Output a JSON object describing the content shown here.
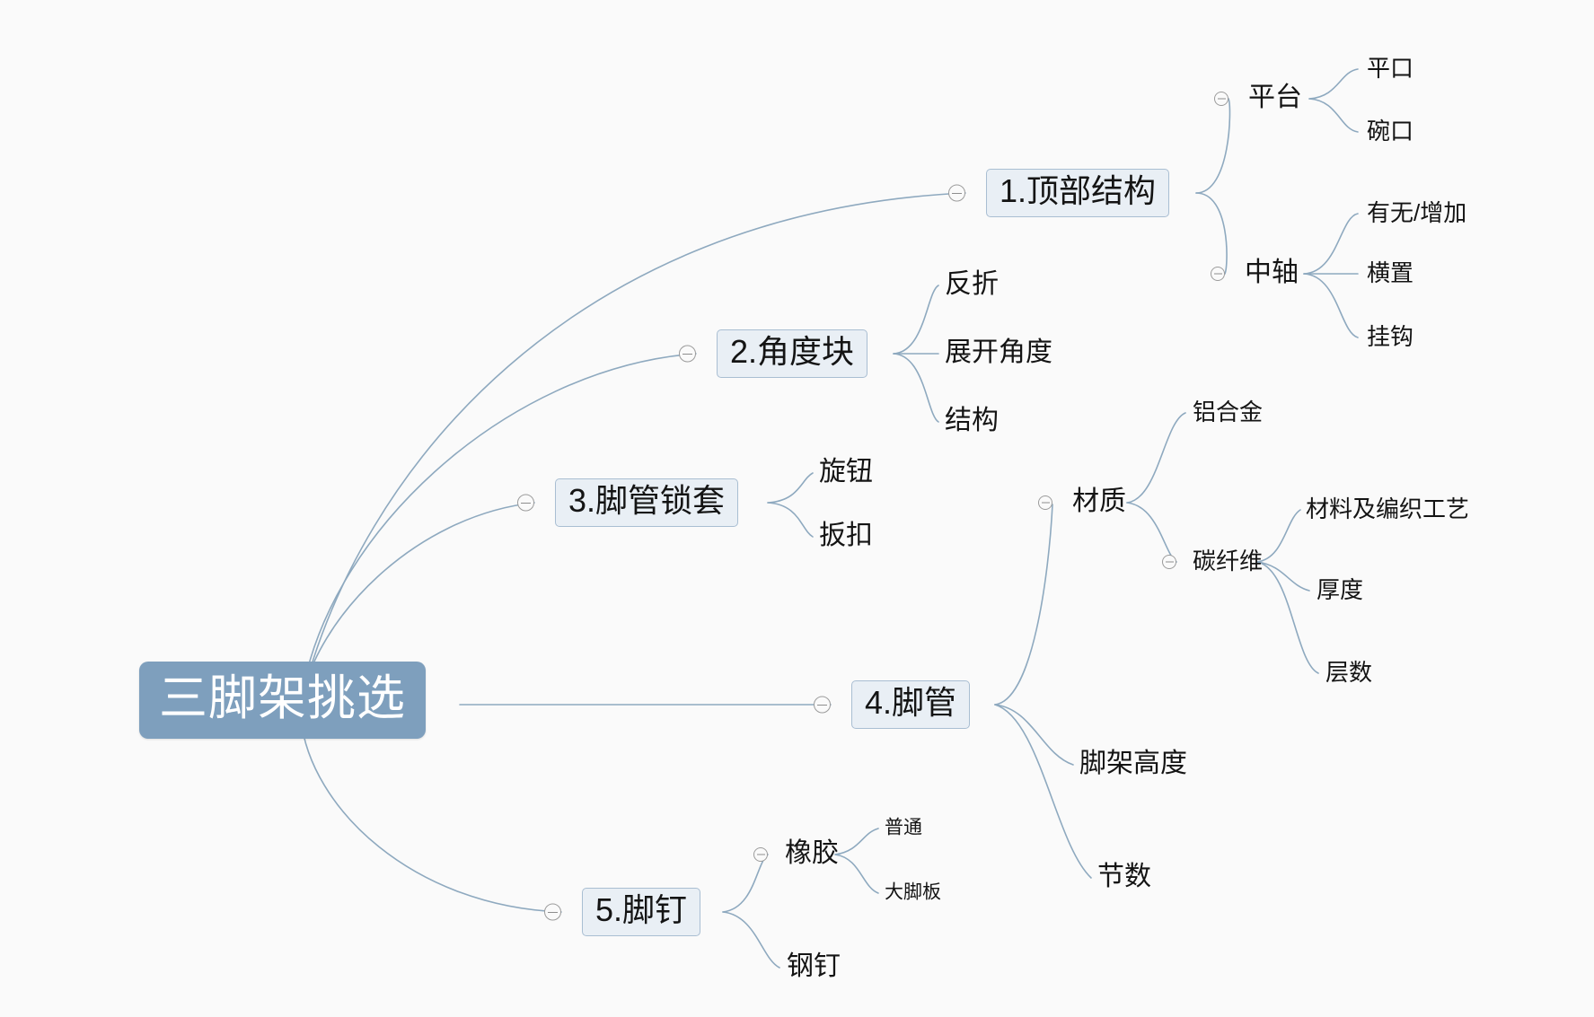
{
  "canvas": {
    "background_color": "#fafafa",
    "edge_color": "#8ea9bf",
    "root_fill": "#7e9fbd",
    "root_text_color": "#ffffff",
    "box_fill": "#e9eff5",
    "box_border": "#a9bed2",
    "text_color": "#141414",
    "toggle_color": "#9b9b9b"
  },
  "mindmap": {
    "root": "三脚架挑选",
    "branches": [
      {
        "label": "1.顶部结构",
        "children": [
          {
            "label": "平台",
            "children": [
              {
                "label": "平口"
              },
              {
                "label": "碗口"
              }
            ]
          },
          {
            "label": "中轴",
            "children": [
              {
                "label": "有无/增加"
              },
              {
                "label": "横置"
              },
              {
                "label": "挂钩"
              }
            ]
          }
        ]
      },
      {
        "label": "2.角度块",
        "children": [
          {
            "label": "反折"
          },
          {
            "label": "展开角度"
          },
          {
            "label": "结构"
          }
        ]
      },
      {
        "label": "3.脚管锁套",
        "children": [
          {
            "label": "旋钮"
          },
          {
            "label": "扳扣"
          }
        ]
      },
      {
        "label": "4.脚管",
        "children": [
          {
            "label": "材质",
            "children": [
              {
                "label": "铝合金"
              },
              {
                "label": "碳纤维",
                "children": [
                  {
                    "label": "材料及编织工艺"
                  },
                  {
                    "label": "厚度"
                  },
                  {
                    "label": "层数"
                  }
                ]
              }
            ]
          },
          {
            "label": "脚架高度"
          },
          {
            "label": "节数"
          }
        ]
      },
      {
        "label": "5.脚钉",
        "children": [
          {
            "label": "橡胶",
            "children": [
              {
                "label": "普通"
              },
              {
                "label": "大脚板"
              }
            ]
          },
          {
            "label": "钢钉"
          }
        ]
      }
    ]
  },
  "nodes": {
    "root": "三脚架挑选",
    "b1": "1.顶部结构",
    "b1_c1": "平台",
    "b1_c1_g1": "平口",
    "b1_c1_g2": "碗口",
    "b1_c2": "中轴",
    "b1_c2_g1": "有无/增加",
    "b1_c2_g2": "横置",
    "b1_c2_g3": "挂钩",
    "b2": "2.角度块",
    "b2_c1": "反折",
    "b2_c2": "展开角度",
    "b2_c3": "结构",
    "b3": "3.脚管锁套",
    "b3_c1": "旋钮",
    "b3_c2": "扳扣",
    "b4": "4.脚管",
    "b4_c1": "材质",
    "b4_c1_g1": "铝合金",
    "b4_c1_g2": "碳纤维",
    "b4_c1_g2_h1": "材料及编织工艺",
    "b4_c1_g2_h2": "厚度",
    "b4_c1_g2_h3": "层数",
    "b4_c2": "脚架高度",
    "b4_c3": "节数",
    "b5": "5.脚钉",
    "b5_c1": "橡胶",
    "b5_c1_g1": "普通",
    "b5_c1_g2": "大脚板",
    "b5_c2": "钢钉"
  }
}
